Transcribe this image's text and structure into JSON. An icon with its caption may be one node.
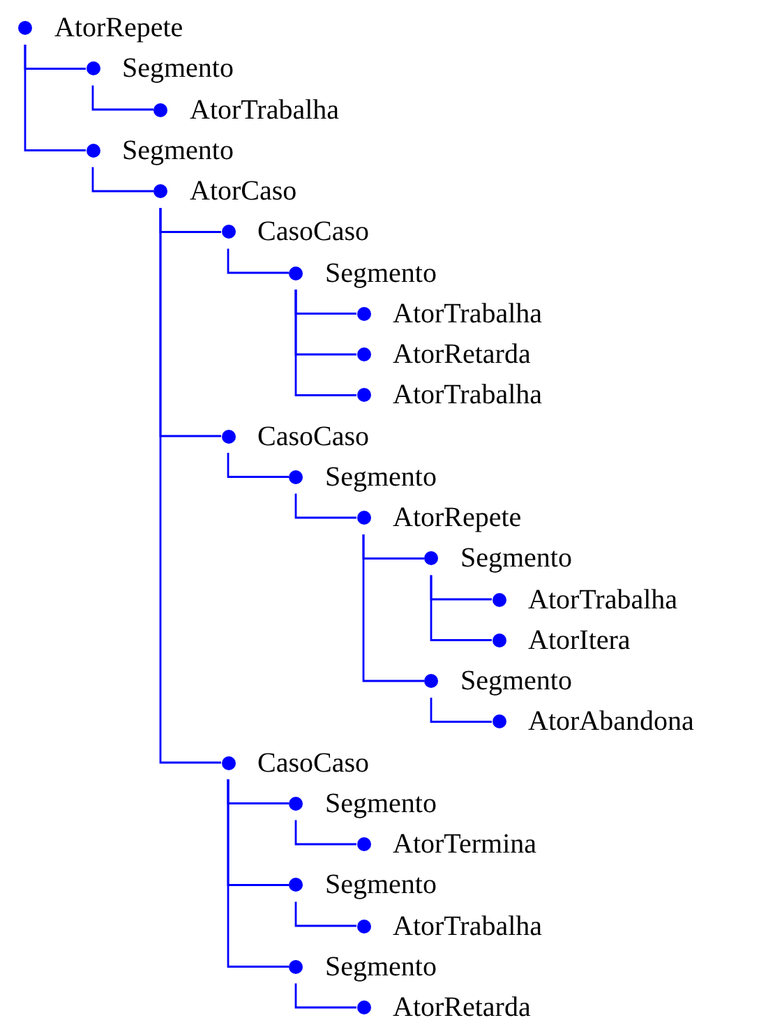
{
  "diagram": {
    "nodes": [
      {
        "text": [
          "AtorRepete"
        ]
      },
      {
        "text": [
          "Segmento"
        ]
      },
      {
        "text": [
          "AtorTrabalha"
        ]
      },
      {
        "text": [
          "Segmento"
        ]
      },
      {
        "text": [
          "AtorCaso"
        ]
      },
      {
        "text": [
          "CasoCaso"
        ]
      },
      {
        "text": [
          "Segmento"
        ]
      },
      {
        "text": [
          "AtorTrabalha"
        ]
      },
      {
        "text": [
          "AtorRetarda"
        ]
      },
      {
        "text": [
          "AtorTrabalha"
        ]
      },
      {
        "text": [
          "CasoCaso"
        ]
      },
      {
        "text": [
          "Segmento"
        ]
      },
      {
        "text": [
          "AtorRepete"
        ]
      },
      {
        "text": [
          "Segmento"
        ]
      },
      {
        "text": [
          "AtorTrabalha"
        ]
      },
      {
        "text": [
          "AtorItera"
        ]
      },
      {
        "text": [
          "Segmento"
        ]
      },
      {
        "text": [
          "AtorAbandona"
        ]
      },
      {
        "text": [
          "CasoCaso"
        ]
      },
      {
        "text": [
          "Segmento"
        ]
      },
      {
        "text": [
          "AtorTermina"
        ]
      },
      {
        "text": [
          "Segmento"
        ]
      },
      {
        "text": [
          "AtorTrabalha"
        ]
      },
      {
        "text": [
          "Segmento"
        ]
      },
      {
        "text": [
          "AtorRetarda"
        ]
      }
    ],
    "edges": [
      {
        "from": 0,
        "to": 1,
        "arrow": "none"
      },
      {
        "from": 1,
        "to": 2,
        "arrow": "none"
      },
      {
        "from": 0,
        "to": 3,
        "arrow": "none"
      },
      {
        "from": 3,
        "to": 4,
        "arrow": "none"
      },
      {
        "from": 4,
        "to": 5,
        "arrow": "none"
      },
      {
        "from": 5,
        "to": 6,
        "arrow": "none"
      },
      {
        "from": 6,
        "to": 7,
        "arrow": "none"
      },
      {
        "from": 6,
        "to": 8,
        "arrow": "none"
      },
      {
        "from": 6,
        "to": 9,
        "arrow": "none"
      },
      {
        "from": 4,
        "to": 10,
        "arrow": "none"
      },
      {
        "from": 10,
        "to": 11,
        "arrow": "none"
      },
      {
        "from": 11,
        "to": 12,
        "arrow": "none"
      },
      {
        "from": 12,
        "to": 13,
        "arrow": "none"
      },
      {
        "from": 13,
        "to": 14,
        "arrow": "none"
      },
      {
        "from": 13,
        "to": 15,
        "arrow": "none"
      },
      {
        "from": 12,
        "to": 16,
        "arrow": "none"
      },
      {
        "from": 16,
        "to": 17,
        "arrow": "none"
      },
      {
        "from": 4,
        "to": 18,
        "arrow": "none"
      },
      {
        "from": 18,
        "to": 19,
        "arrow": "none"
      },
      {
        "from": 19,
        "to": 20,
        "arrow": "none"
      },
      {
        "from": 18,
        "to": 21,
        "arrow": "none"
      },
      {
        "from": 21,
        "to": 22,
        "arrow": "none"
      },
      {
        "from": 18,
        "to": 23,
        "arrow": "none"
      },
      {
        "from": 23,
        "to": 24,
        "arrow": "none"
      }
    ]
  }
}
